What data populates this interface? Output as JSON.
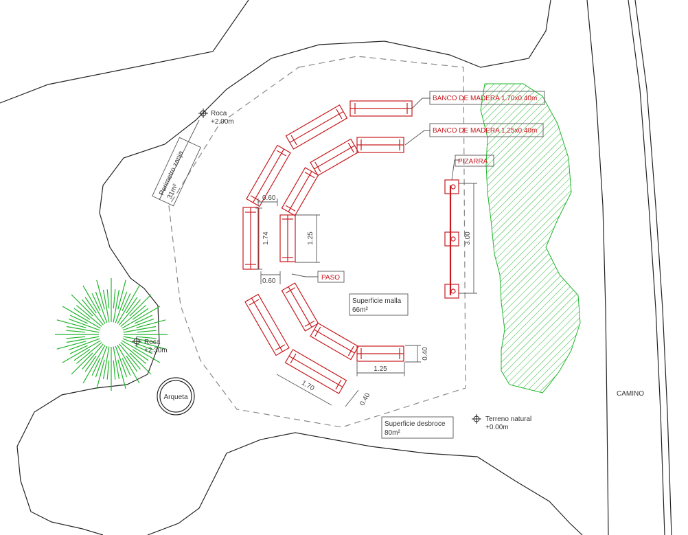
{
  "labels": {
    "bench_long": "BANCO DE MADERA 1.70x0.40m",
    "bench_short": "BANCO DE MADERA 1.25x0.40m",
    "board": "PIZARRA",
    "passage": "PASO",
    "mesh_surface_line1": "Superficie malla",
    "mesh_surface_line2": "66m²",
    "clearing_surface_line1": "Superficie desbroce",
    "clearing_surface_line2": "80m²",
    "trench_line1": "Perimetro zanja",
    "trench_line2": "31m²",
    "path": "CAMINO",
    "manhole": "Arqueta"
  },
  "levels": {
    "rock_top_name": "Roca",
    "rock_top_value": "+2.00m",
    "rock_left_name": "Roca",
    "rock_left_value": "+2.30m",
    "ground_name": "Terreno natural",
    "ground_value": "+0.00m"
  },
  "dimensions": {
    "d060_top": "0.60",
    "d174": "1.74",
    "d125_vertical": "1.25",
    "d060_bottom": "0.60",
    "d300": "3.00",
    "d040_right": "0.40",
    "d125_horizontal": "1.25",
    "d170": "1.70",
    "d040_diag": "0.40"
  },
  "colors": {
    "bench": "#c8191e",
    "vegetation": "#1fb42a",
    "line": "#222222",
    "dashed": "#888888"
  }
}
